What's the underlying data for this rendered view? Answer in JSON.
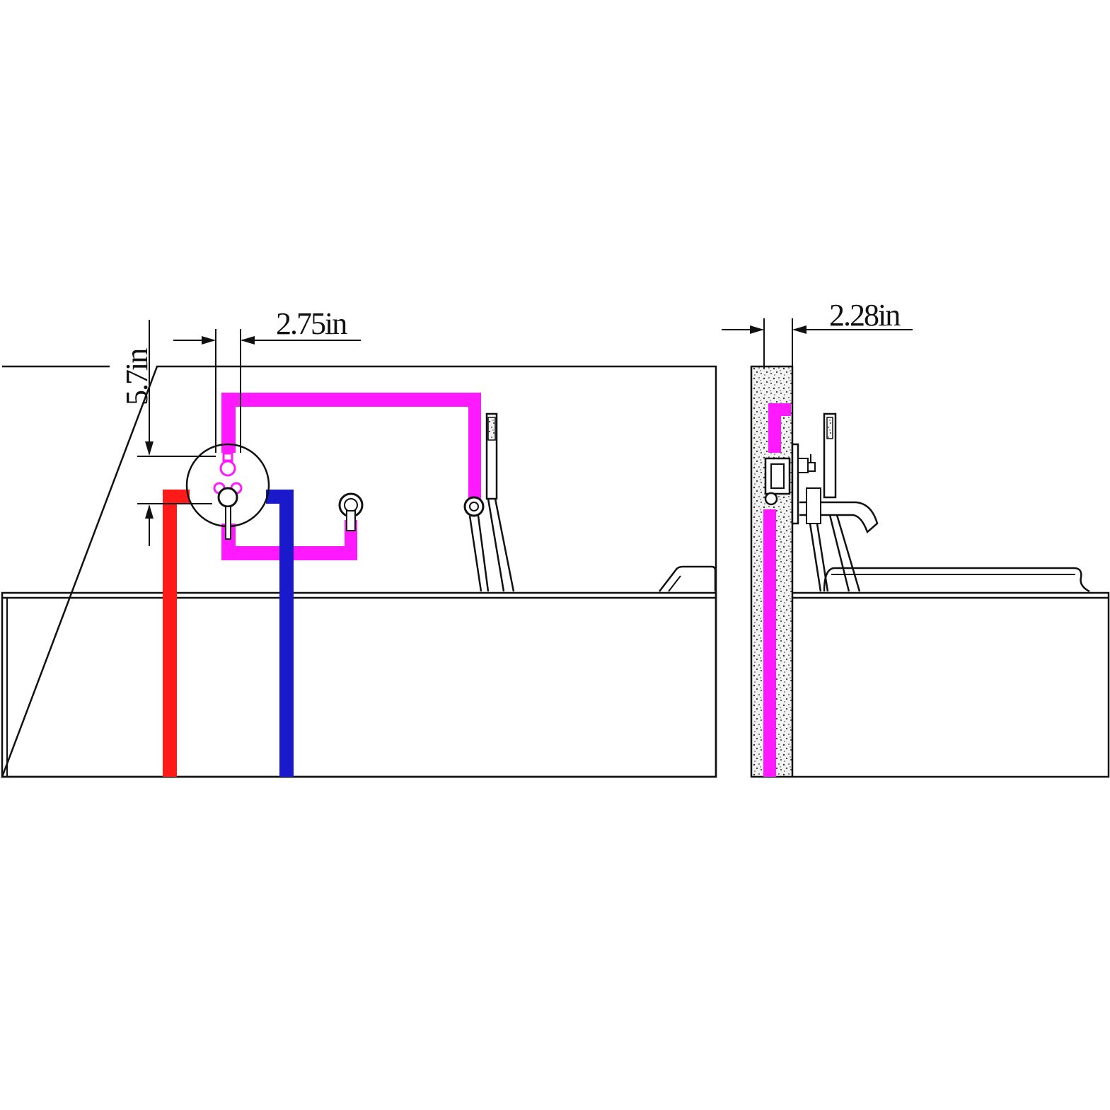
{
  "dimensions": {
    "mixer_offset": "2.75in",
    "mixer_height": "5.7in",
    "wall_depth": "2.28in"
  },
  "colors": {
    "hot_pipe": "#ff1a1a",
    "cold_pipe": "#1a1acc",
    "mixed_pipe": "#ff19ff",
    "line": "#111111",
    "wall_fill": "#e8e8e8"
  },
  "icons": {
    "handle": "lever-handle-icon",
    "shower": "hand-shower-icon",
    "spout": "tub-spout-icon"
  }
}
